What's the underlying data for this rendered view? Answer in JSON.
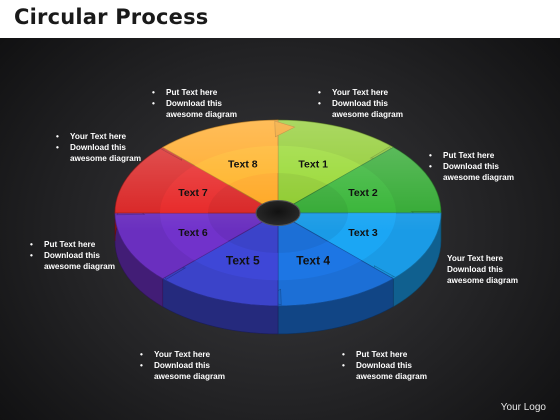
{
  "title": "Circular Process",
  "logo": "Your Logo",
  "segments": [
    {
      "label": "Text 1",
      "color": "#8ac926"
    },
    {
      "label": "Text 2",
      "color": "#2fa82f"
    },
    {
      "label": "Text 3",
      "color": "#1a9be6"
    },
    {
      "label": "Text 4",
      "color": "#1c6fd6"
    },
    {
      "label": "Text  5",
      "color": "#3b43c9"
    },
    {
      "label": "Text 6",
      "color": "#6a2fbf"
    },
    {
      "label": "Text 7",
      "color": "#d81f1f"
    },
    {
      "label": "Text 8",
      "color": "#ffa41a"
    }
  ],
  "callouts": [
    {
      "line1": "Put Text  here",
      "line2": "Download this",
      "line3": "awesome diagram"
    },
    {
      "line1": "Your Text here",
      "line2": "Download this",
      "line3": "awesome diagram"
    },
    {
      "line1": " Put Text here",
      "line2": "Download this",
      "line3": "awesome diagram"
    },
    {
      "line1": "Your Text here",
      "line2": "Download this",
      "line3": "awesome diagram"
    },
    {
      "line1": "Put Text here",
      "line2": "Download this",
      "line3": "awesome diagram"
    },
    {
      "line1": "Your Text here",
      "line2": "Download this",
      "line3": "awesome diagram"
    },
    {
      "line1": "Put Text  here",
      "line2": "Download this",
      "line3": "awesome diagram"
    },
    {
      "line1": "Your Text  here",
      "line2": "Download this",
      "line3": "awesome diagram"
    }
  ]
}
